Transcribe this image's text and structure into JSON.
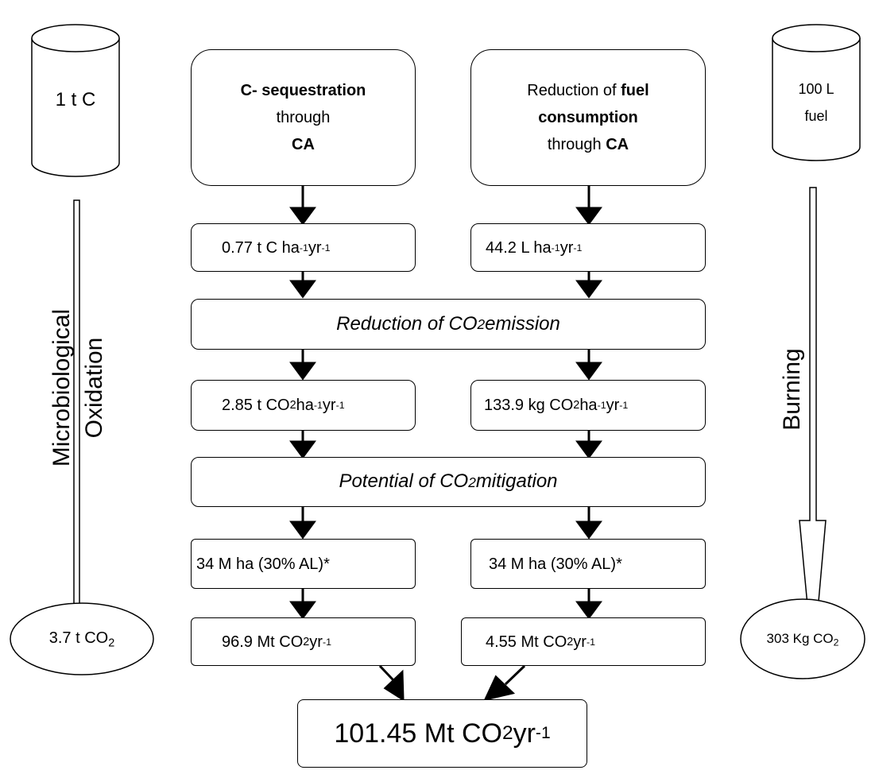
{
  "cylinder_left": {
    "label": "1 t C"
  },
  "cylinder_right": {
    "label_line1": "100 L",
    "label_line2": "fuel"
  },
  "left_process": {
    "line1": "Microbiological",
    "line2": "Oxidation"
  },
  "right_process": {
    "label": "Burning"
  },
  "ellipse_left": {
    "text": "3.7 t CO",
    "sub": "2"
  },
  "ellipse_right": {
    "text": "303 Kg CO",
    "sub": "2"
  },
  "box_sequestration": {
    "bold1": "C- sequestration",
    "plain": "through",
    "bold2": "CA"
  },
  "box_fuel": {
    "plain1": "Reduction of ",
    "bold1": "fuel",
    "bold2": "consumption",
    "plain2": "through ",
    "bold3": "CA"
  },
  "rate_left": {
    "pre": "0.77 t C ha",
    "sup1": "-1",
    "mid": " yr",
    "sup2": "-1"
  },
  "rate_right": {
    "pre": "44.2 L ha",
    "sup1": "-1",
    "mid": " yr",
    "sup2": "-1"
  },
  "reduction_emission": {
    "pre": "Reduction of CO",
    "sub": "2",
    "post": " emission"
  },
  "emission_left": {
    "pre": "2.85 t CO",
    "sub": "2",
    "mid": " ha",
    "sup1": "-1",
    "mid2": " yr",
    "sup2": "-1"
  },
  "emission_right": {
    "pre": "133.9 kg CO",
    "sub": "2",
    "mid": " ha",
    "sup1": "-1",
    "mid2": " yr",
    "sup2": "-1"
  },
  "potential_mitigation": {
    "pre": "Potential of CO",
    "sub": "2",
    "post": " mitigation"
  },
  "area_left": {
    "text": "34 M ha (30% AL)*"
  },
  "area_right": {
    "text": "34 M ha (30% AL)*"
  },
  "total_left": {
    "pre": "96.9 Mt CO",
    "sub": "2",
    "mid": " yr",
    "sup": "-1"
  },
  "total_right": {
    "pre": "4.55 Mt CO",
    "sub": "2",
    "mid": " yr",
    "sup": "-1"
  },
  "grand_total": {
    "pre": "101.45 Mt CO",
    "sub": "2",
    "mid": " yr",
    "sup": "-1"
  }
}
